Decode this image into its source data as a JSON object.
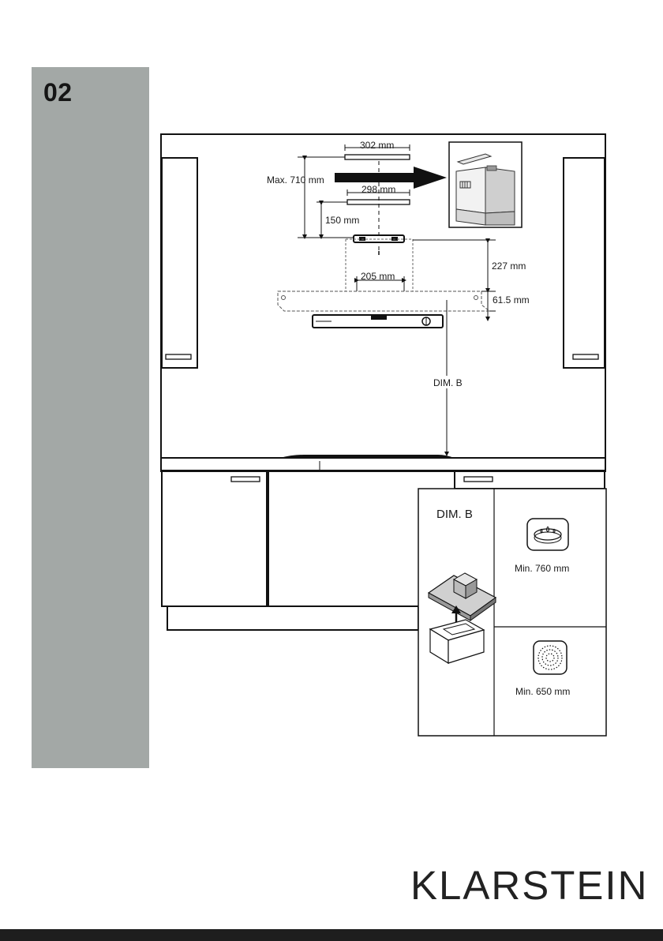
{
  "page": {
    "number": "02"
  },
  "brand": {
    "name": "KLARSTEIN"
  },
  "dimensions": {
    "bracket_top": "302 mm",
    "bracket_bottom": "298 mm",
    "max_height": "Max. 710 mm",
    "min_height": "150 mm",
    "collar_height": "227 mm",
    "hood_thickness": "61.5 mm",
    "collar_width": "205 mm",
    "dim_b": "DIM. B"
  },
  "dim_b_panel": {
    "title": "DIM. B",
    "gas": {
      "label": "Min. 760 mm",
      "icon": "gas-burner-icon"
    },
    "electric": {
      "label": "Min. 650 mm",
      "icon": "electric-hob-icon"
    }
  },
  "colors": {
    "sidebar": "#a3a8a6",
    "footer": "#1e1e1e"
  }
}
